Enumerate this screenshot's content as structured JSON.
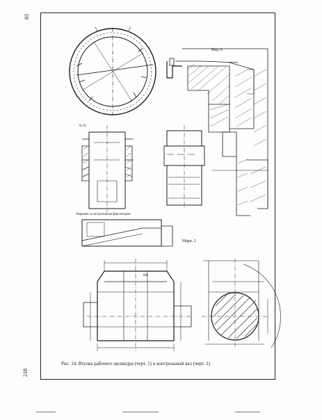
{
  "page": {
    "left_margin_top": "83",
    "left_margin_bottom": "218"
  },
  "caption": {
    "text": "Рис. 14. Втулка рабочего цилиндра (черт. 1) и контрольный вал (черт. 2)"
  },
  "labels": {
    "view_a": "Вид А",
    "section_label": "А-А",
    "scale_note": "Вариант со встроенным фиксатором",
    "mark": "Марк. 2",
    "dim_v": "ВК"
  }
}
